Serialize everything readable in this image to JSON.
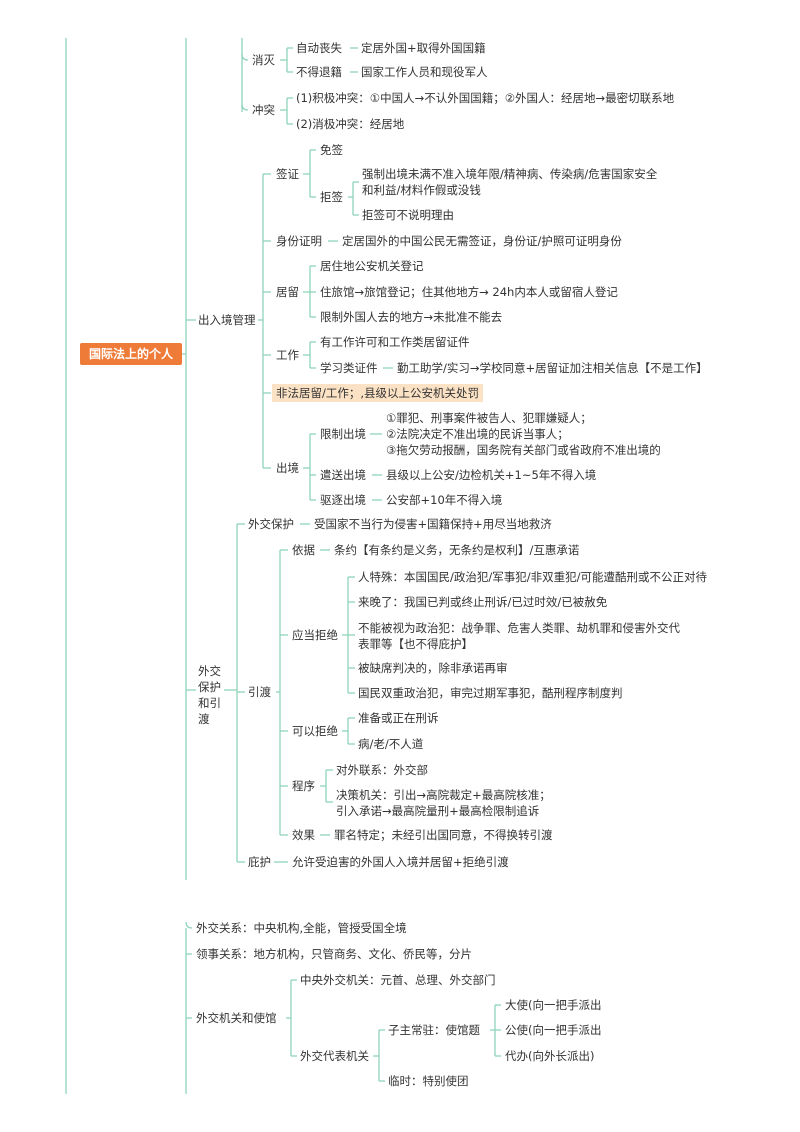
{
  "root": {
    "label": "国际法上的个人"
  },
  "nationality": {
    "xiaomie": "消灭",
    "zidong": "自动丧失",
    "zidong_detail": "定居外国+取得外国国籍",
    "budetui": "不得退籍",
    "budetui_detail": "国家工作人员和现役军人",
    "chongtu": "冲突",
    "jiji": "(1)积极冲突：①中国人→不认外国国籍；②外国人：经居地→最密切联系地",
    "xiaoji": "(2)消极冲突：经居地"
  },
  "entry_exit": {
    "label": "出入境管理",
    "visa": "签证",
    "mianqian": "免签",
    "juqian": "拒签",
    "juqian_1_line1": "强制出境未满不准入境年限/精神病、传染病/危害国家安全",
    "juqian_1_line2": "和利益/材料作假或没钱",
    "juqian_2": "拒签可不说明理由",
    "id": "身份证明",
    "id_detail": "定居国外的中国公民无需签证，身份证/护照可证明身份",
    "residence": "居留",
    "res_1": "居住地公安机关登记",
    "res_2": "住旅馆→旅馆登记；住其他地方→ 24h内本人或留宿人登记",
    "res_3": "限制外国人去的地方→未批准不能去",
    "work": "工作",
    "work_1": "有工作许可和工作类居留证件",
    "work_2": "学习类证件",
    "work_2_detail": "勤工助学/实习→学校同意+居留证加注相关信息【不是工作】",
    "illegal": "非法居留/工作；,县级以上公安机关处罚",
    "exit": "出境",
    "limit_exit": "限制出境",
    "limit_1": "①罪犯、刑事案件被告人、犯罪嫌疑人；",
    "limit_2": "②法院决定不准出境的民诉当事人；",
    "limit_3": "③拖欠劳动报酬，国务院有关部门或省政府不准出境的",
    "deport": "遣送出境",
    "deport_detail": "县级以上公安/边检机关+1~5年不得入境",
    "expel": "驱逐出境",
    "expel_detail": "公安部+10年不得入境"
  },
  "protection": {
    "label_l1": "外交",
    "label_l2": "保护",
    "label_l3": "和引",
    "label_l4": "渡",
    "dip": "外交保护",
    "dip_detail": "受国家不当行为侵害+国籍保持+用尽当地救济",
    "extradition": "引渡",
    "basis": "依据",
    "basis_detail": "条约【有条约是义务，无条约是权利】/互惠承诺",
    "must_refuse": "应当拒绝",
    "mr_1": "人特殊：本国国民/政治犯/军事犯/非双重犯/可能遭酷刑或不公正对待",
    "mr_2": "来晚了：我国已判或终止刑诉/已过时效/已被赦免",
    "mr_3_line1": "不能被视为政治犯：战争罪、危害人类罪、劫机罪和侵害外交代",
    "mr_3_line2": "表罪等【也不得庇护】",
    "mr_4": "被缺席判决的，除非承诺再审",
    "mr_5": "国民双重政治犯，审完过期军事犯，酷刑程序制度判",
    "may_refuse": "可以拒绝",
    "may_1": "准备或正在刑诉",
    "may_2": "病/老/不人道",
    "procedure": "程序",
    "proc_1": "对外联系：外交部",
    "proc_2_line1": "决策机关：引出→高院裁定+最高院核准；",
    "proc_2_line2": "引入承诺→最高院量刑+最高检限制追诉",
    "effect": "效果",
    "effect_detail": "罪名特定；未经引出国同意，不得换转引渡",
    "asylum": "庇护",
    "asylum_detail": "允许受迫害的外国人入境并居留+拒绝引渡"
  },
  "diplomacy": {
    "rel_1": "外交关系：中央机构,全能，管授受国全境",
    "rel_2": "领事关系：地方机构，只管商务、文化、侨民等，分片",
    "organs": "外交机关和使馆",
    "central": "中央外交机关：元首、总理、外交部门",
    "rep": "外交代表机关",
    "perm": "子主常驻：使馆题",
    "amb": "大使(向一把手派出",
    "minister": "公使(向一把手派出",
    "charge": "代办(向外长派出)",
    "temp": "临时：特别使团"
  },
  "colors": {
    "line": "#8fd4ba",
    "root_bg": "#ef7b39",
    "highlight": "#fbe2c5",
    "text": "#333333"
  }
}
